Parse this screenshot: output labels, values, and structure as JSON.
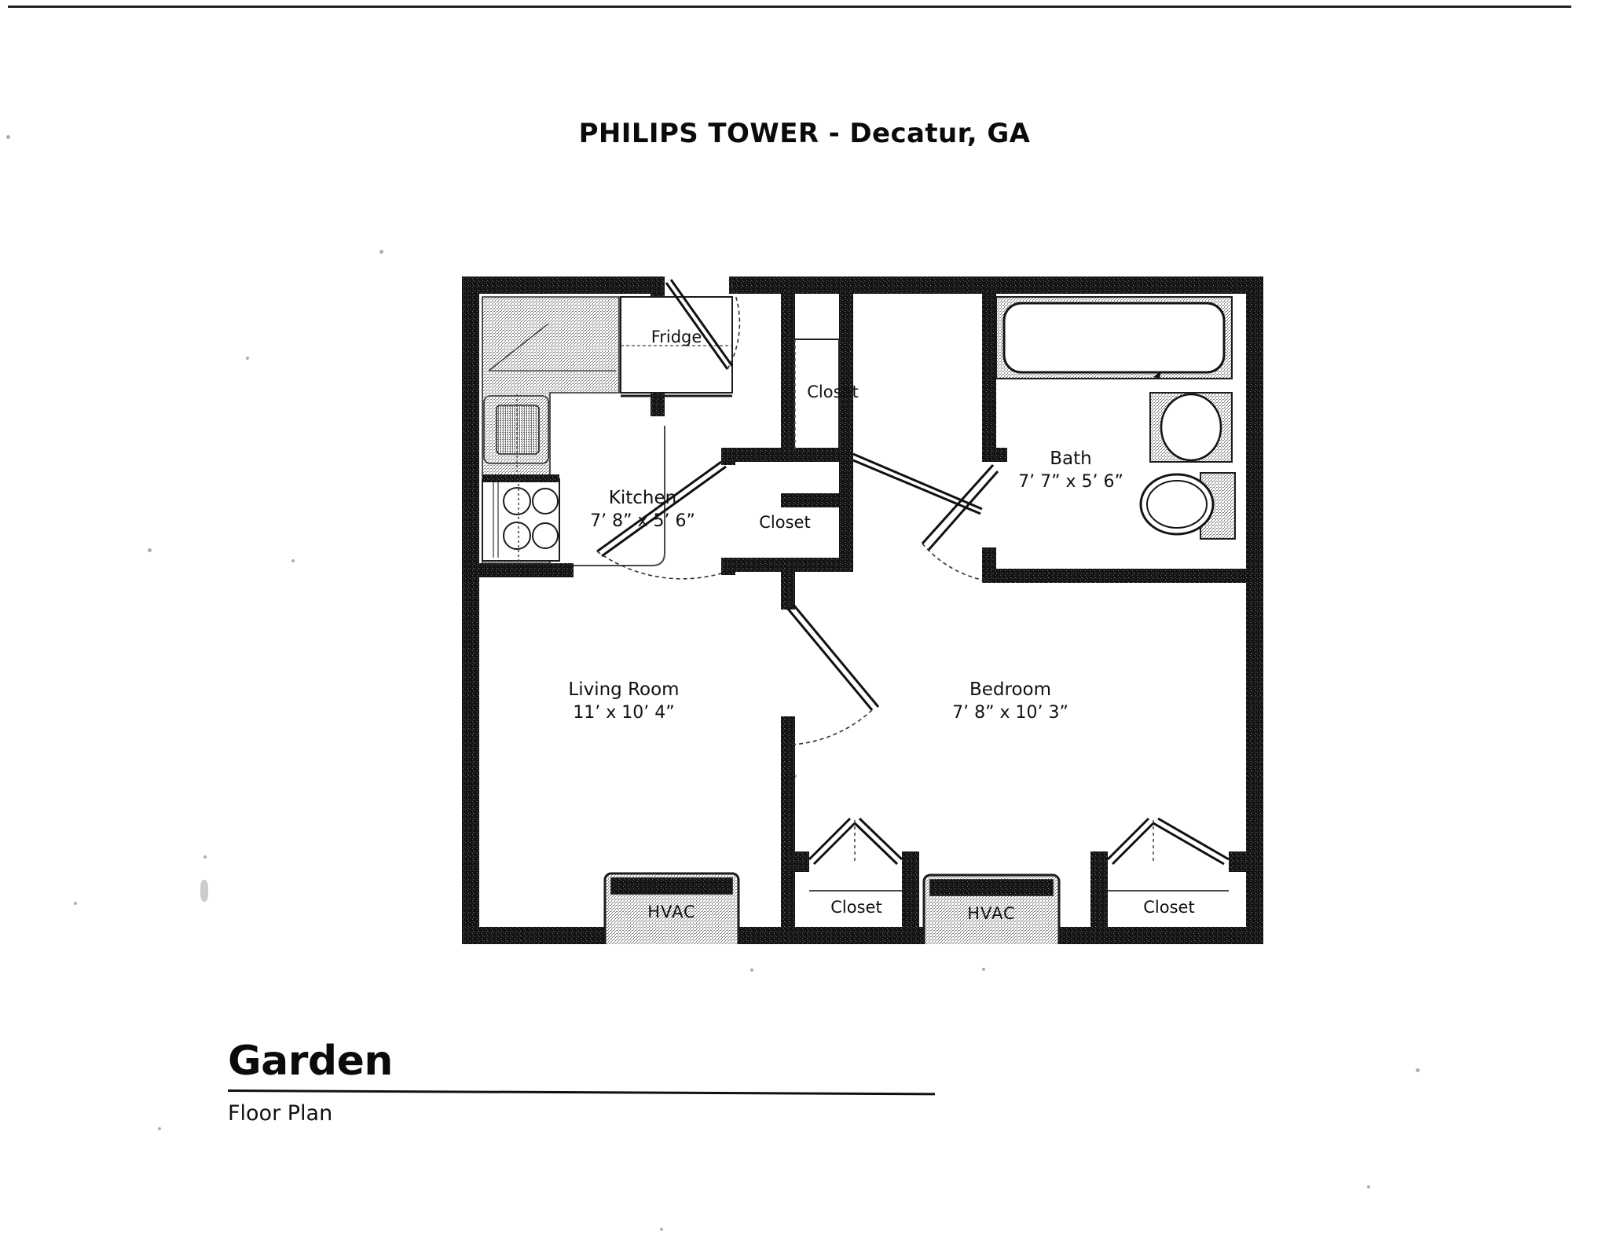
{
  "document": {
    "title": "PHILIPS TOWER - Decatur, GA",
    "footer_heading": "Garden",
    "footer_subheading": "Floor Plan"
  },
  "plan": {
    "rooms": [
      {
        "id": "kitchen",
        "name": "Kitchen",
        "dimensions": "7’ 8” x 5’ 6”"
      },
      {
        "id": "living-room",
        "name": "Living Room",
        "dimensions": "11’ x 10’ 4”"
      },
      {
        "id": "bath",
        "name": "Bath",
        "dimensions": "7’ 7” x 5’ 6”"
      },
      {
        "id": "bedroom",
        "name": "Bedroom",
        "dimensions": "7’ 8” x 10’ 3”"
      }
    ],
    "closets": [
      {
        "id": "closet-hall-upper",
        "label": "Closet"
      },
      {
        "id": "closet-hall-lower",
        "label": "Closet"
      },
      {
        "id": "closet-bedroom-left",
        "label": "Closet"
      },
      {
        "id": "closet-bedroom-right",
        "label": "Closet"
      }
    ],
    "appliances": [
      {
        "id": "fridge",
        "label": "Fridge"
      },
      {
        "id": "hvac-living-room",
        "label": "HVAC"
      },
      {
        "id": "hvac-bedroom",
        "label": "HVAC"
      }
    ],
    "fixtures": [
      {
        "id": "kitchen-sink",
        "name": "kitchen-sink"
      },
      {
        "id": "kitchen-range",
        "name": "kitchen-range-4-burner"
      },
      {
        "id": "bathtub",
        "name": "bathtub"
      },
      {
        "id": "bath-sink",
        "name": "bathroom-sink"
      },
      {
        "id": "toilet",
        "name": "toilet"
      }
    ],
    "doors": [
      {
        "id": "entry-door",
        "type": "swing"
      },
      {
        "id": "hall-closet-door",
        "type": "swing"
      },
      {
        "id": "upper-closet-door",
        "type": "swing"
      },
      {
        "id": "bath-door",
        "type": "swing"
      },
      {
        "id": "bedroom-door",
        "type": "swing"
      },
      {
        "id": "bedroom-closet-left-door",
        "type": "bifold"
      },
      {
        "id": "bedroom-closet-right-door",
        "type": "bifold"
      }
    ]
  },
  "colors": {
    "wall_fill": "#121212",
    "ink": "#111111",
    "hatch": "#8d8d8d",
    "paper": "#ffffff"
  }
}
